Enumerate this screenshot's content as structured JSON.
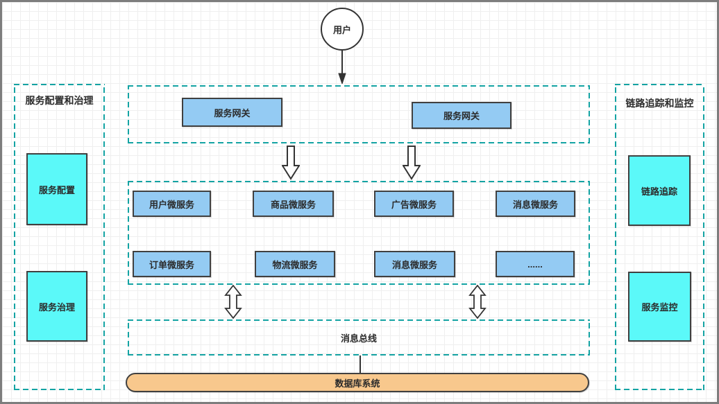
{
  "diagram": {
    "user": {
      "label": "用户"
    },
    "gateway_zone": {
      "gateways": [
        {
          "label": "服务网关"
        },
        {
          "label": "服务网关"
        }
      ]
    },
    "microservices": {
      "row1": [
        {
          "label": "用户微服务"
        },
        {
          "label": "商品微服务"
        },
        {
          "label": "广告微服务"
        },
        {
          "label": "消息微服务"
        }
      ],
      "row2": [
        {
          "label": "订单微服务"
        },
        {
          "label": "物流微服务"
        },
        {
          "label": "消息微服务"
        },
        {
          "label": "......"
        }
      ]
    },
    "message_bus": {
      "label": "消息总线"
    },
    "database": {
      "label": "数据库系统"
    },
    "left_panel": {
      "title": "服务配置和治理",
      "items": [
        {
          "label": "服务配置"
        },
        {
          "label": "服务治理"
        }
      ]
    },
    "right_panel": {
      "title": "链路追踪和监控",
      "items": [
        {
          "label": "链路追踪"
        },
        {
          "label": "服务监控"
        }
      ]
    },
    "colors": {
      "zone_border": "#13a3a3",
      "service_node_fill": "#94cbf3",
      "side_node_fill": "#5bf9f9",
      "database_fill": "#f8c88d",
      "node_border": "#404040",
      "arrow": "#333333"
    }
  }
}
